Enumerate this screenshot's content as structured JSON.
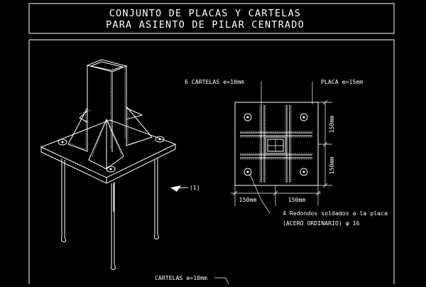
{
  "title": {
    "line1": "CONJUNTO DE PLACAS Y CARTELAS",
    "line2": "PARA ASIENTO DE PILAR CENTRADO"
  },
  "labels": {
    "cartelas_top": "6 CARTELAS e=10mm",
    "placa": "PLACA e=15mm",
    "dim_right_top": "150mm",
    "dim_right_bottom": "150mm",
    "dim_bottom_left": "150mm",
    "dim_bottom_right": "150mm",
    "redondos_line1": "4 Redondos soldados a la placa",
    "redondos_line2": "(ACERO ORDINARIO) φ 16",
    "view_marker": "(1)",
    "cartelas_bottom": "CARTELAS e=10mm"
  },
  "colors": {
    "background": "#000000",
    "lines": "#ffffff"
  }
}
